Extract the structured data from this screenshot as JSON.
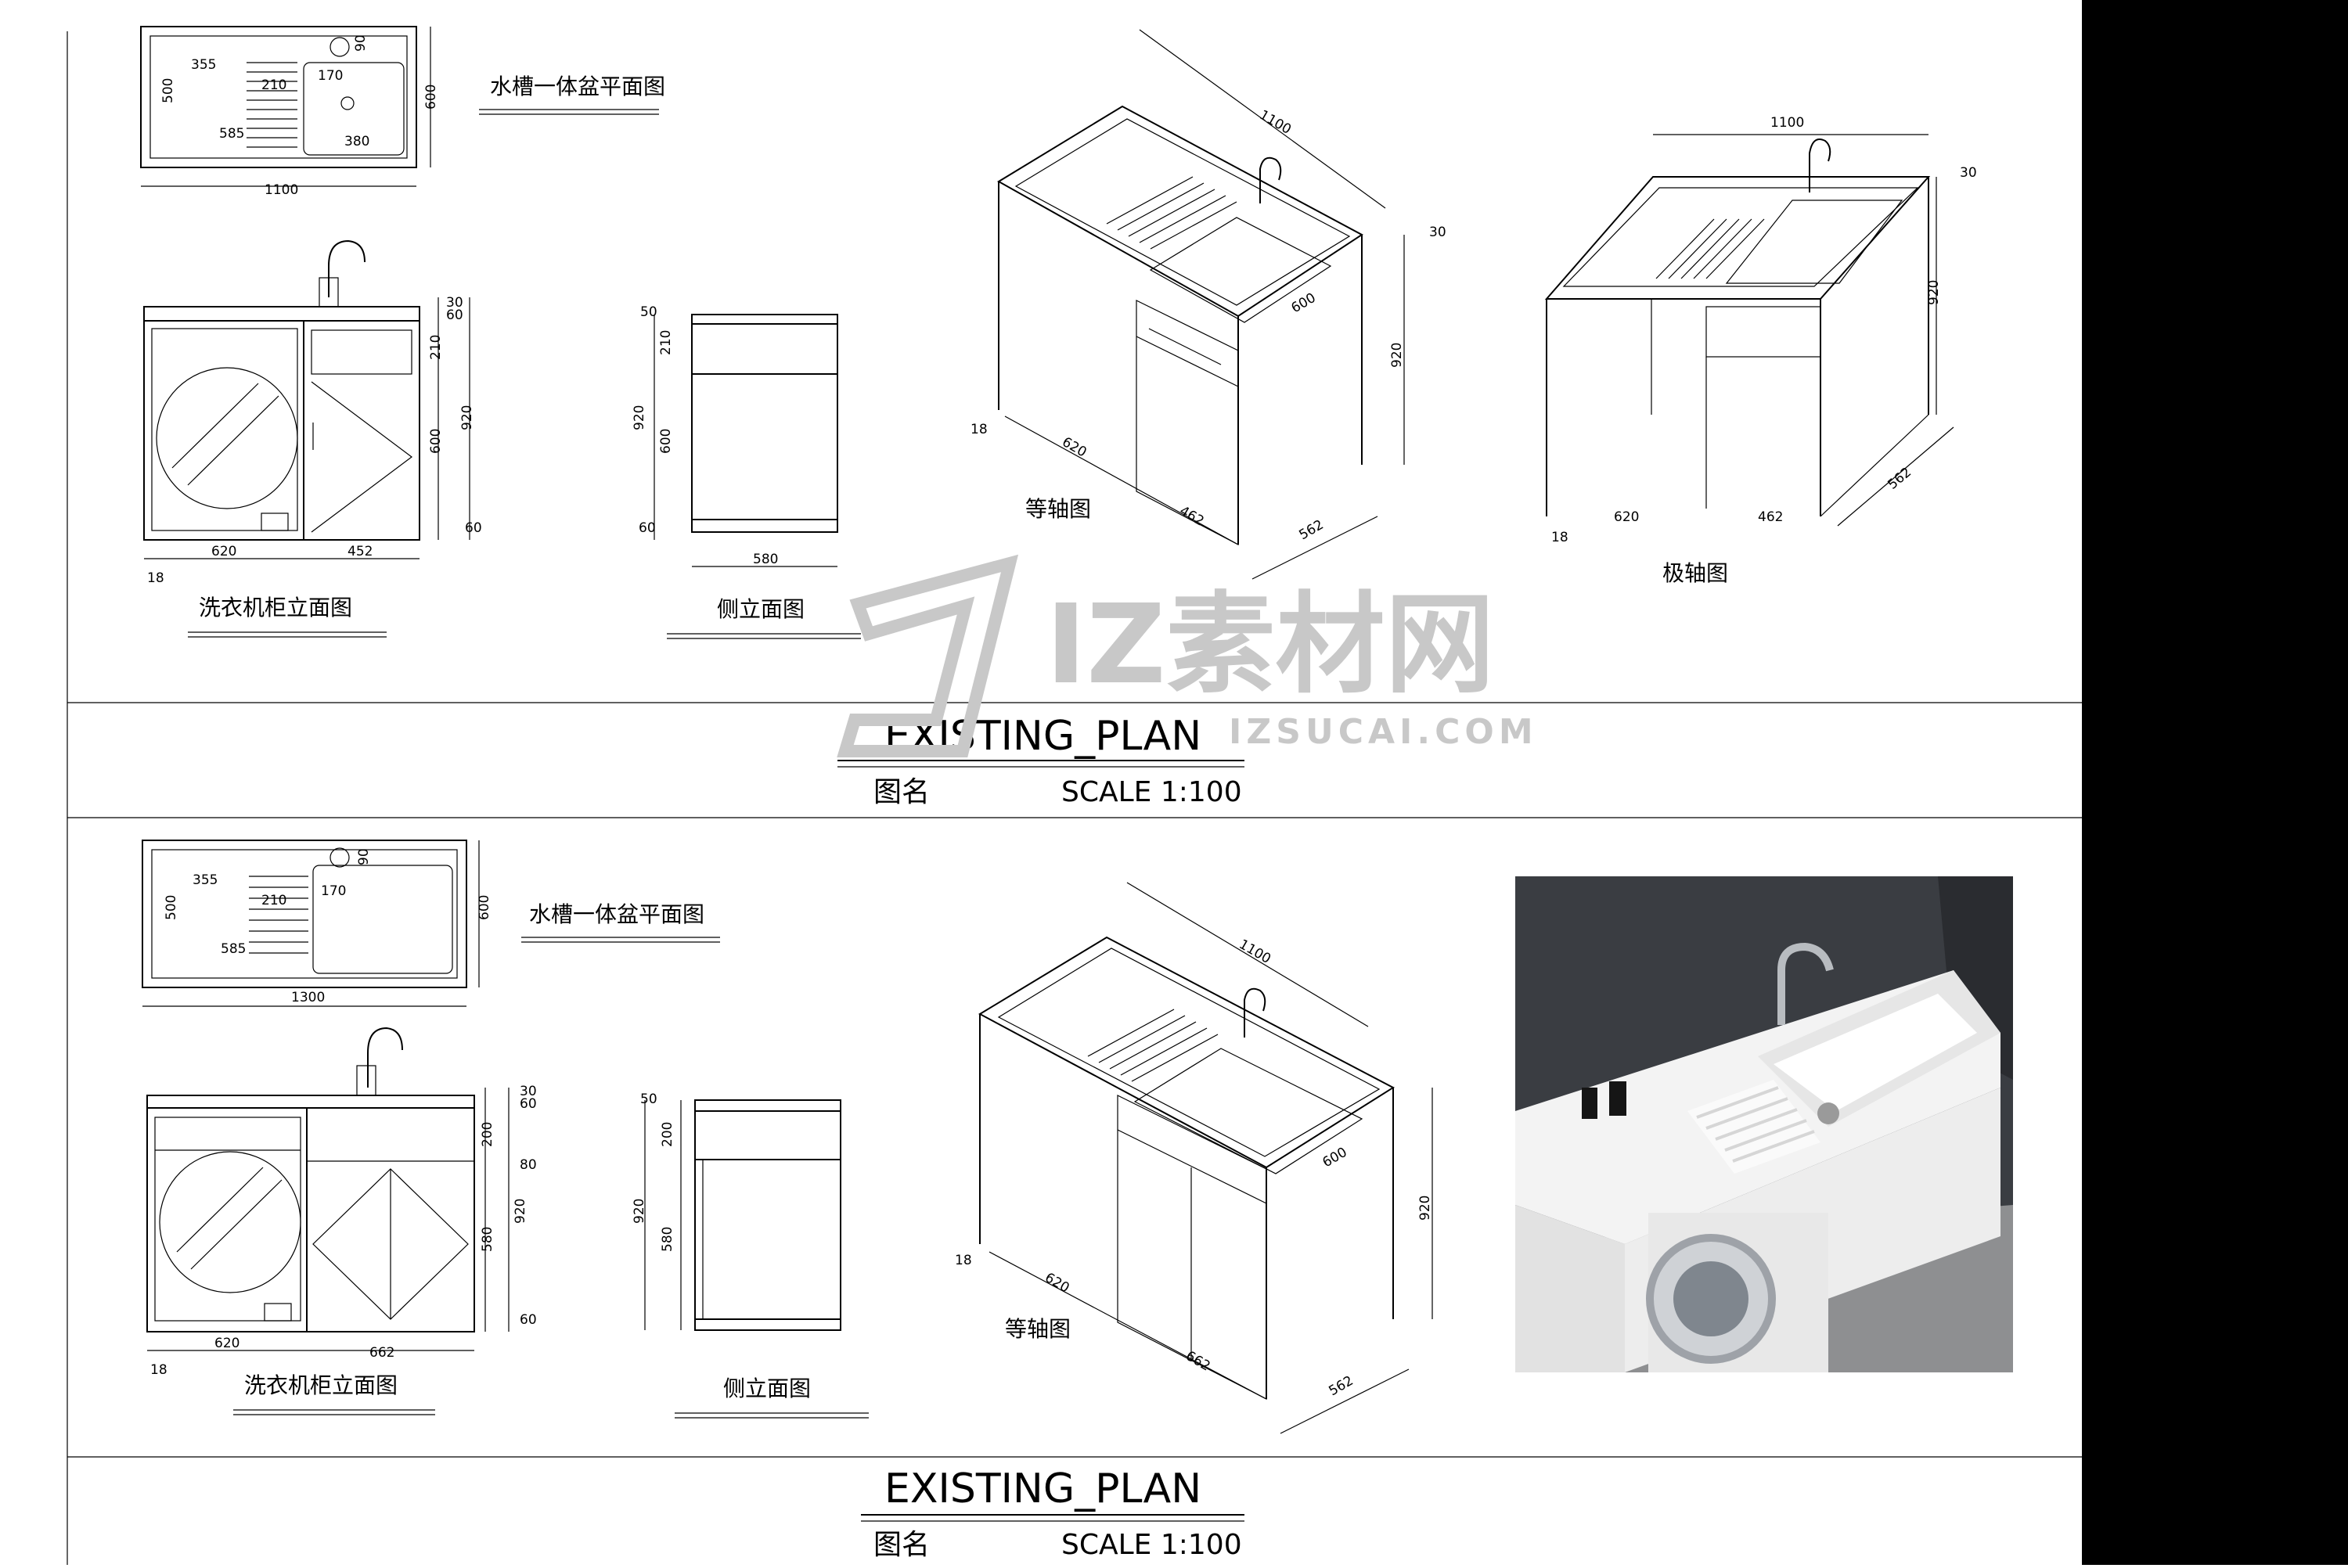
{
  "panel_top": {
    "sink_plan_label": "水槽一体盆平面图",
    "elevation_label": "洗衣机柜立面图",
    "side_label": "侧立面图",
    "iso_label": "等轴图",
    "iso2_label": "极轴图",
    "title": "EXISTING_PLAN",
    "name_label": "图名",
    "scale": "SCALE 1:100",
    "plan_dims": {
      "overall": "1100",
      "depth": "600",
      "inner_depth": "500",
      "washboard": "355",
      "rib": "210",
      "faucet": "170",
      "lower": "585",
      "basin": "380",
      "top": "90"
    },
    "elev_dims": {
      "d30": "30",
      "d60a": "60",
      "d210": "210",
      "d920": "920",
      "d600": "600",
      "d60b": "60",
      "w620": "620",
      "w452": "452",
      "d18": "18"
    },
    "side_dims": {
      "d50": "50",
      "d210": "210",
      "d920": "920",
      "d600": "600",
      "d60": "60",
      "w580": "580"
    },
    "iso_dims": {
      "w1100": "1100",
      "d600": "600",
      "h920": "920",
      "t30": "30",
      "w620": "620",
      "w462": "462",
      "w562": "562",
      "t18": "18"
    },
    "iso2_dims": {
      "w1100": "1100",
      "t30": "30",
      "h920": "920",
      "w620": "620",
      "w462": "462",
      "w562": "562",
      "t18": "18"
    }
  },
  "panel_bottom": {
    "sink_plan_label": "水槽一体盆平面图",
    "elevation_label": "洗衣机柜立面图",
    "side_label": "侧立面图",
    "iso_label": "等轴图",
    "title": "EXISTING_PLAN",
    "name_label": "图名",
    "scale": "SCALE 1:100",
    "plan_dims": {
      "overall": "1300",
      "depth": "600",
      "inner_depth": "500",
      "washboard": "355",
      "rib": "210",
      "faucet": "170",
      "lower": "585",
      "top": "90"
    },
    "elev_dims": {
      "d30": "30",
      "d60a": "60",
      "d200": "200",
      "d80": "80",
      "d920": "920",
      "d580": "580",
      "d60b": "60",
      "w620": "620",
      "w662": "662",
      "d18": "18"
    },
    "side_dims": {
      "d50": "50",
      "d200": "200",
      "d920": "920",
      "d580": "580"
    },
    "iso_dims": {
      "w1100": "1100",
      "d600": "600",
      "h920": "920",
      "w620": "620",
      "w662": "662",
      "w562": "562",
      "t18": "18"
    }
  },
  "watermark": {
    "main": "IZ素材网",
    "sub": "IZSUCAI.COM"
  },
  "colors": {
    "ink": "#000000",
    "watermark": "#c8c8c8",
    "photo_wall": "#3a3d42",
    "photo_floor": "#8e8f91",
    "cabinet": "#f2f2f2"
  }
}
